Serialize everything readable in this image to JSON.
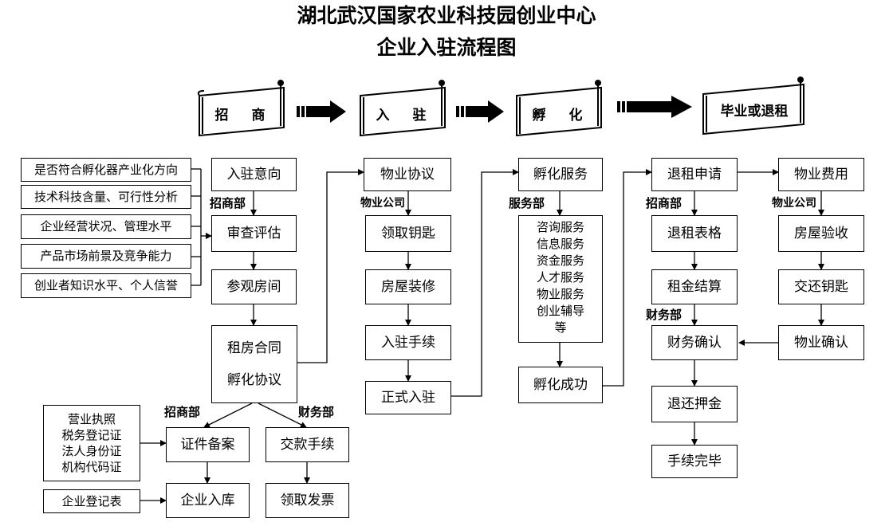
{
  "title": {
    "line1": "湖北武汉国家农业科技园创业中心",
    "line2": "企业入驻流程图"
  },
  "stages": [
    "招　商",
    "入　驻",
    "孵　化",
    "毕业或退租"
  ],
  "criteria": [
    "是否符合孵化器产业化方向",
    "技术科技含量、可行性分析",
    "企业经营状况、管理水平",
    "产品市场前景及竞争能力",
    "创业者知识水平、个人信誉"
  ],
  "col1": {
    "intent": "入驻意向",
    "dept": "招商部",
    "review": "审查评估",
    "visit": "参观房间",
    "contract1": "租房合同",
    "contract2": "孵化协议"
  },
  "sub": {
    "dept_left": "招商部",
    "dept_right": "财务部",
    "docs": [
      "营业执照",
      "税务登记证",
      "法人身份证",
      "机构代码证"
    ],
    "reg_form": "企业登记表",
    "filing": "证件备案",
    "payment": "交款手续",
    "warehouse": "企业入库",
    "invoice": "领取发票"
  },
  "col2": {
    "agreement": "物业协议",
    "dept": "物业公司",
    "keys": "领取钥匙",
    "decor": "房屋装修",
    "procedure": "入驻手续",
    "formal": "正式入驻"
  },
  "col3": {
    "service": "孵化服务",
    "dept": "服务部",
    "services": [
      "咨询服务",
      "信息服务",
      "资金服务",
      "人才服务",
      "物业服务",
      "创业辅导",
      "等"
    ],
    "success": "孵化成功"
  },
  "col4": {
    "apply": "退租申请",
    "dept1": "招商部",
    "form": "退租表格",
    "settle": "租金结算",
    "dept2": "财务部",
    "fin_confirm": "财务确认",
    "deposit": "退还押金",
    "done": "手续完毕"
  },
  "col5": {
    "fee": "物业费用",
    "dept": "物业公司",
    "inspect": "房屋验收",
    "return_keys": "交还钥匙",
    "confirm": "物业确认"
  }
}
